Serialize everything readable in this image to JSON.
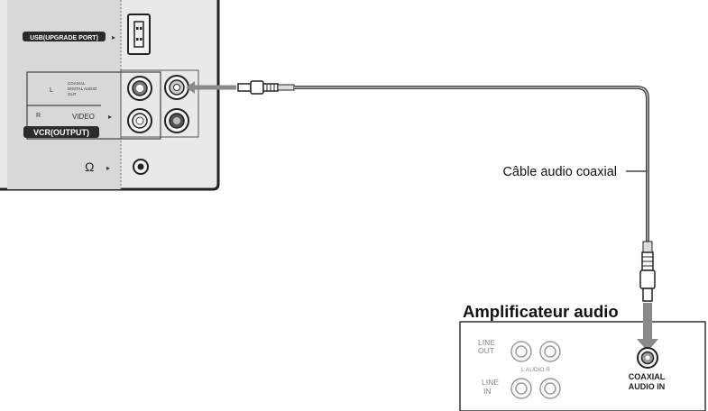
{
  "tv_panel": {
    "usb_label": "USB(UPGRADE PORT)",
    "coaxial_label": "COAXIAL",
    "digital_audio_label": "DIGITAL AUDIO",
    "out_label": "OUT",
    "left_label": "L",
    "right_label": "R",
    "video_label": "VIDEO",
    "vcr_label": "VCR(OUTPUT)",
    "headphone_symbol": "Ω"
  },
  "cable": {
    "label": "Câble audio coaxial"
  },
  "amplifier": {
    "title": "Amplificateur audio",
    "line_out_1": "LINE",
    "line_out_2": "OUT",
    "line_in_1": "LINE",
    "line_in_2": "IN",
    "audio_lr_label": "L AUDIO R",
    "coaxial_in_1": "COAXIAL",
    "coaxial_in_2": "AUDIO IN"
  },
  "colors": {
    "panel_bg": "#e8e8e8",
    "panel_edge": "#222222",
    "cable": "#555555",
    "arrow": "#8a8a8a",
    "label_box": "#2b2b2b"
  }
}
